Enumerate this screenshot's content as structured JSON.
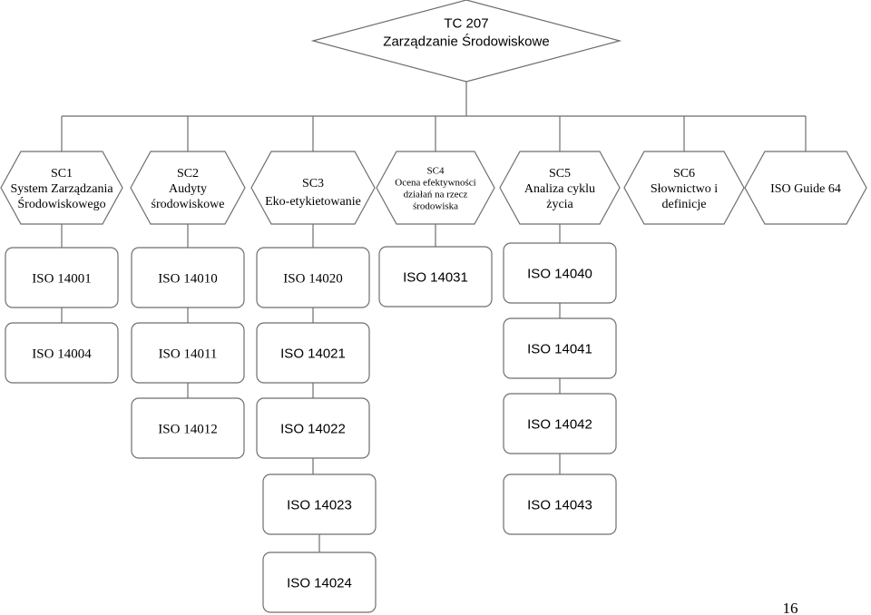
{
  "root": {
    "lines": [
      "TC 207",
      "Zarządzanie Środowiskowe"
    ]
  },
  "committees": [
    {
      "id": "sc1",
      "lines": [
        "SC1",
        "System Zarządzania",
        "Środowiskowego"
      ]
    },
    {
      "id": "sc2",
      "lines": [
        "SC2",
        "Audyty",
        "środowiskowe"
      ]
    },
    {
      "id": "sc3",
      "lines": [
        "SC3",
        "Eko-etykietowanie"
      ]
    },
    {
      "id": "sc4",
      "lines": [
        "SC4",
        "Ocena efektywności",
        "działań na rzecz",
        "środowiska"
      ]
    },
    {
      "id": "sc5",
      "lines": [
        "SC5",
        "Analiza cyklu",
        "życia"
      ]
    },
    {
      "id": "sc6",
      "lines": [
        "SC6",
        "Słownictwo i",
        "definicje"
      ]
    },
    {
      "id": "guide64",
      "lines": [
        "ISO Guide 64"
      ]
    }
  ],
  "standards": {
    "sc1": [
      "ISO 14001",
      "ISO 14004"
    ],
    "sc2": [
      "ISO 14010",
      "ISO 14011",
      "ISO 14012"
    ],
    "sc3": [
      "ISO 14020",
      "ISO 14021",
      "ISO 14022",
      "ISO 14023",
      "ISO 14024"
    ],
    "sc4": [
      "ISO 14031"
    ],
    "sc5": [
      "ISO 14040",
      "ISO 14041",
      "ISO 14042",
      "ISO 14043"
    ]
  },
  "page_number": "16"
}
